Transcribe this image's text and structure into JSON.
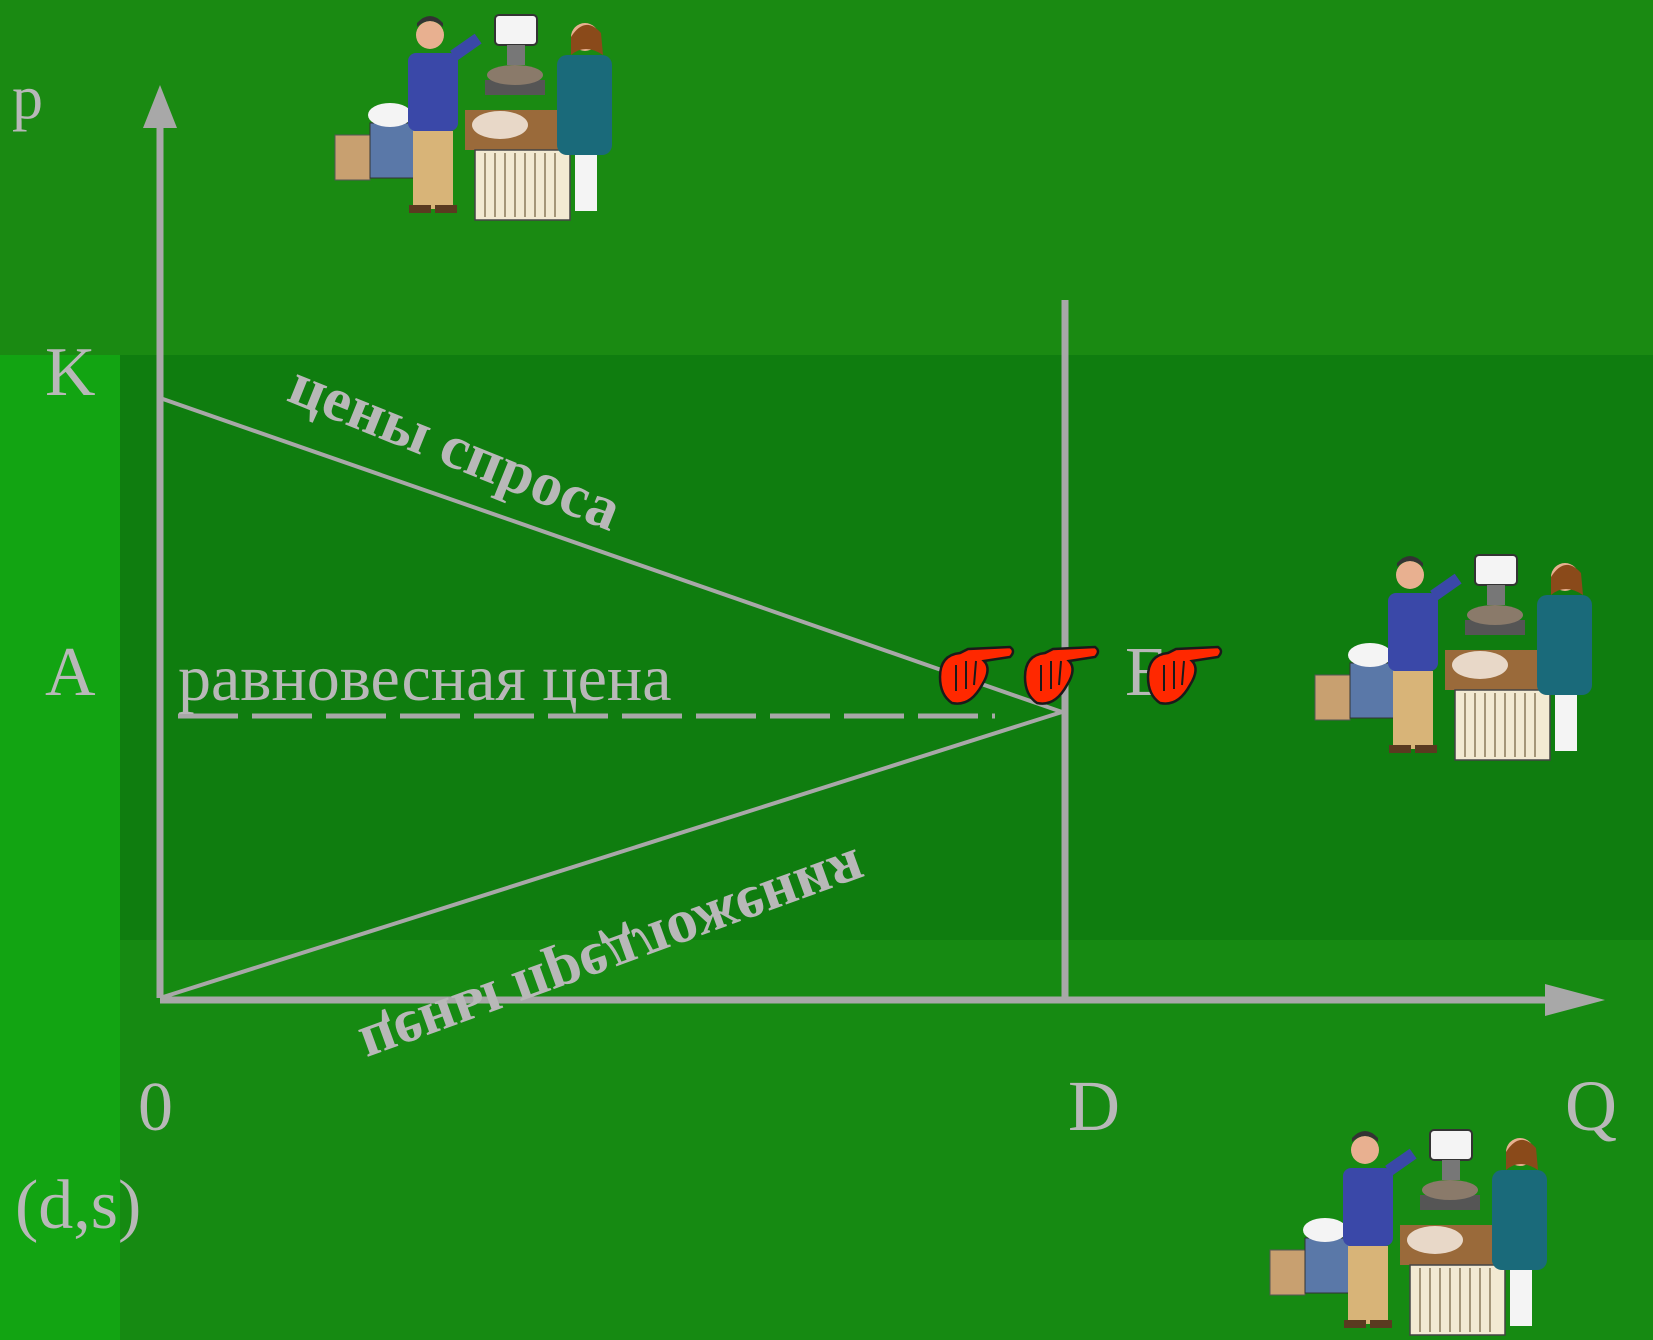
{
  "colors": {
    "background": "#1a8a12",
    "background_dark": "#0f7a0f",
    "background_left": "#10a010",
    "axis": "#a8a8a8",
    "label": "#b8b8b8",
    "pointer": "#ff2800"
  },
  "axes": {
    "y_label": "p",
    "x_label": "Q",
    "origin_label": "0",
    "origin_sub_label": "(d,s)"
  },
  "points": {
    "K": "K",
    "A": "A",
    "E": "E",
    "D": "D"
  },
  "curves": {
    "demand_label": "цены спроса",
    "equilibrium_label": "равновесная цена",
    "supply_label": "цены предложения"
  },
  "icons": {
    "sellers": "market-seller-clipart",
    "pointers": "pointing-hand-icon"
  }
}
